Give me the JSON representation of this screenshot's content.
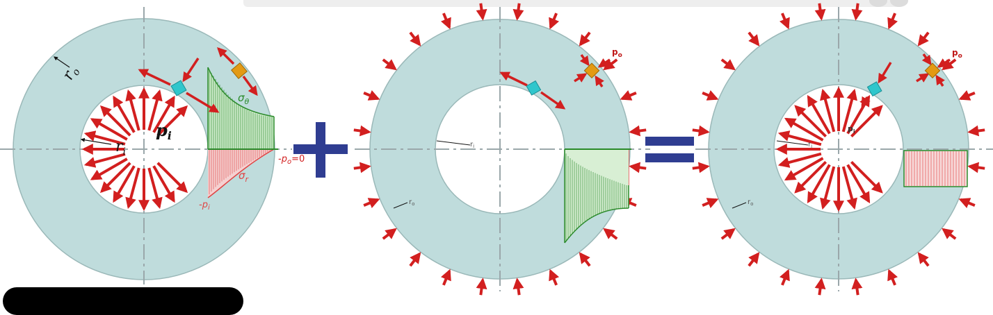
{
  "colors": {
    "ring": "#bfdcdc",
    "ring_stroke": "#9ab8b8",
    "arrow": "#d21f1f",
    "axis": "#9aa7aa",
    "hoop_stress": "#2a8a2a",
    "radial_stress": "#e04444",
    "element_inner": "#2fc6cc",
    "element_outer": "#e39a14",
    "operator": "#2f3d91"
  },
  "icons": [
    "pressure-arrow-icon",
    "element-square-icon",
    "plus-icon",
    "equals-icon"
  ],
  "panel1": {
    "ro_label": "r",
    "ro_sub": "o",
    "ri_label": "r",
    "ri_sub": "i",
    "pi_label": "p",
    "pi_sub": "i",
    "sigma_theta": "σ",
    "sigma_theta_sub": "θ",
    "sigma_r": "σ",
    "sigma_r_sub": "r",
    "neg_pi": "-p",
    "neg_pi_sub": "i",
    "neg_po": "-p",
    "neg_po_sub": "o",
    "neg_po_value": "=0"
  },
  "panel2": {
    "po_label": "p",
    "po_sub": "o",
    "ri_label": "r",
    "ri_sub": "i",
    "ro_label": "r",
    "ro_sub": "o"
  },
  "panel3": {
    "po_label": "p",
    "po_sub": "o",
    "pi_label": "p",
    "pi_sub": "i",
    "ri_label": "r",
    "ri_sub": "i",
    "ro_label": "r",
    "ro_sub": "o"
  }
}
